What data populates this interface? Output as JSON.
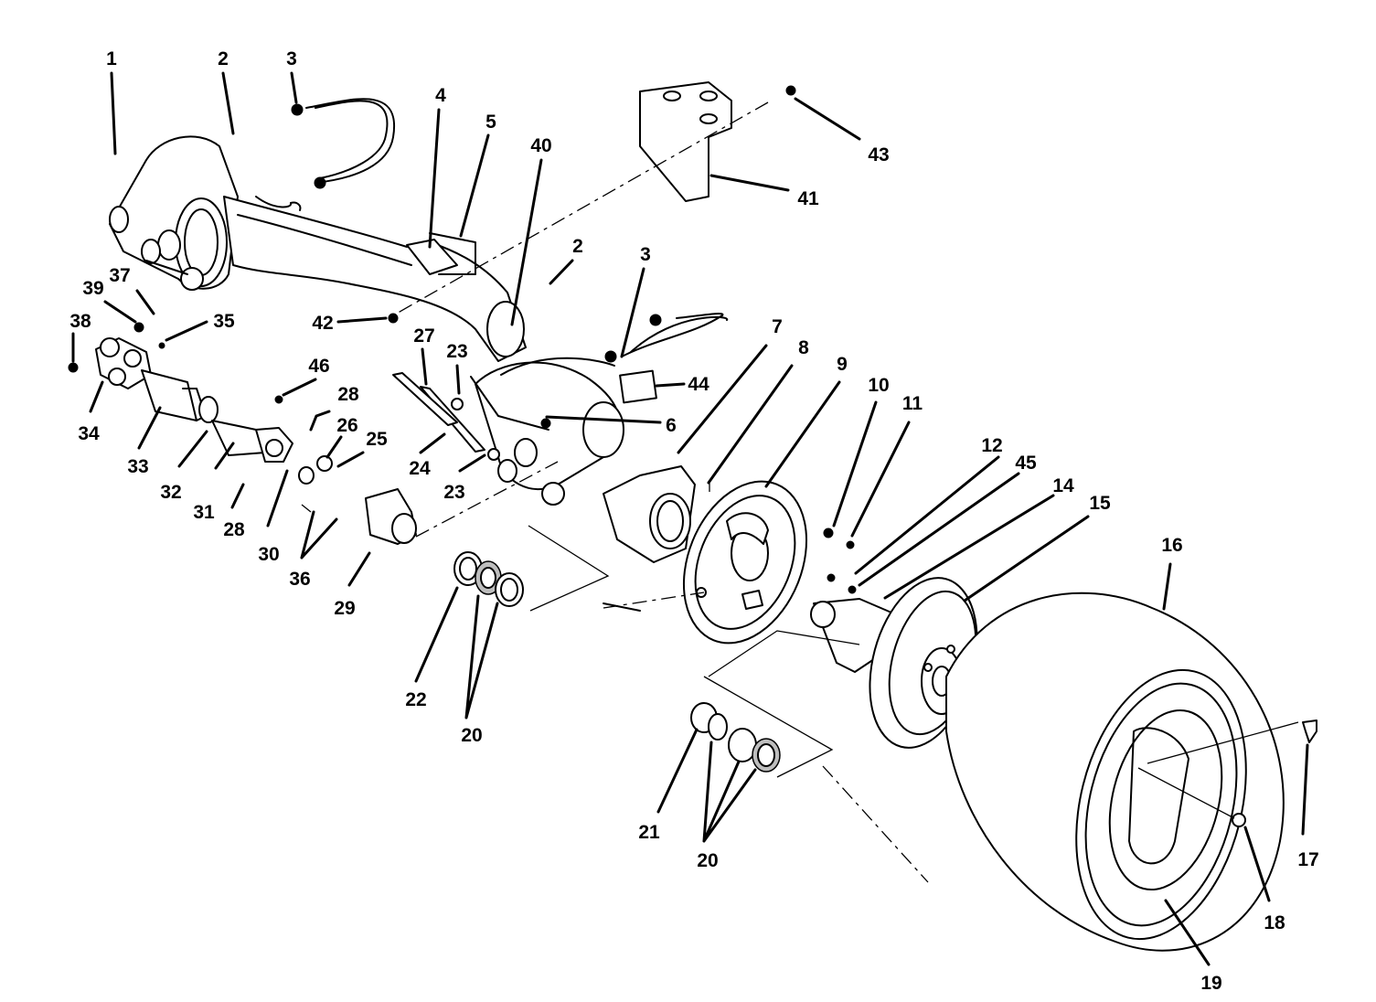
{
  "callouts": [
    {
      "id": "c1",
      "label": "1"
    },
    {
      "id": "c2a",
      "label": "2"
    },
    {
      "id": "c3a",
      "label": "3"
    },
    {
      "id": "c4",
      "label": "4"
    },
    {
      "id": "c5",
      "label": "5"
    },
    {
      "id": "c40",
      "label": "40"
    },
    {
      "id": "c43",
      "label": "43"
    },
    {
      "id": "c41",
      "label": "41"
    },
    {
      "id": "c2b",
      "label": "2"
    },
    {
      "id": "c3b",
      "label": "3"
    },
    {
      "id": "c37",
      "label": "37"
    },
    {
      "id": "c39",
      "label": "39"
    },
    {
      "id": "c38",
      "label": "38"
    },
    {
      "id": "c35",
      "label": "35"
    },
    {
      "id": "c42",
      "label": "42"
    },
    {
      "id": "c27",
      "label": "27"
    },
    {
      "id": "c23a",
      "label": "23"
    },
    {
      "id": "c7",
      "label": "7"
    },
    {
      "id": "c8",
      "label": "8"
    },
    {
      "id": "c9",
      "label": "9"
    },
    {
      "id": "c10",
      "label": "10"
    },
    {
      "id": "c11",
      "label": "11"
    },
    {
      "id": "c44",
      "label": "44"
    },
    {
      "id": "c46",
      "label": "46"
    },
    {
      "id": "c28a",
      "label": "28"
    },
    {
      "id": "c26",
      "label": "26"
    },
    {
      "id": "c25",
      "label": "25"
    },
    {
      "id": "c6",
      "label": "6"
    },
    {
      "id": "c34",
      "label": "34"
    },
    {
      "id": "c33",
      "label": "33"
    },
    {
      "id": "c32",
      "label": "32"
    },
    {
      "id": "c31",
      "label": "31"
    },
    {
      "id": "c28b",
      "label": "28"
    },
    {
      "id": "c30",
      "label": "30"
    },
    {
      "id": "c24",
      "label": "24"
    },
    {
      "id": "c23b",
      "label": "23"
    },
    {
      "id": "c36",
      "label": "36"
    },
    {
      "id": "c29",
      "label": "29"
    },
    {
      "id": "c12",
      "label": "12"
    },
    {
      "id": "c45",
      "label": "45"
    },
    {
      "id": "c14",
      "label": "14"
    },
    {
      "id": "c15",
      "label": "15"
    },
    {
      "id": "c16",
      "label": "16"
    },
    {
      "id": "c22",
      "label": "22"
    },
    {
      "id": "c20a",
      "label": "20"
    },
    {
      "id": "c21",
      "label": "21"
    },
    {
      "id": "c20b",
      "label": "20"
    },
    {
      "id": "c17",
      "label": "17"
    },
    {
      "id": "c18",
      "label": "18"
    },
    {
      "id": "c19",
      "label": "19"
    }
  ]
}
